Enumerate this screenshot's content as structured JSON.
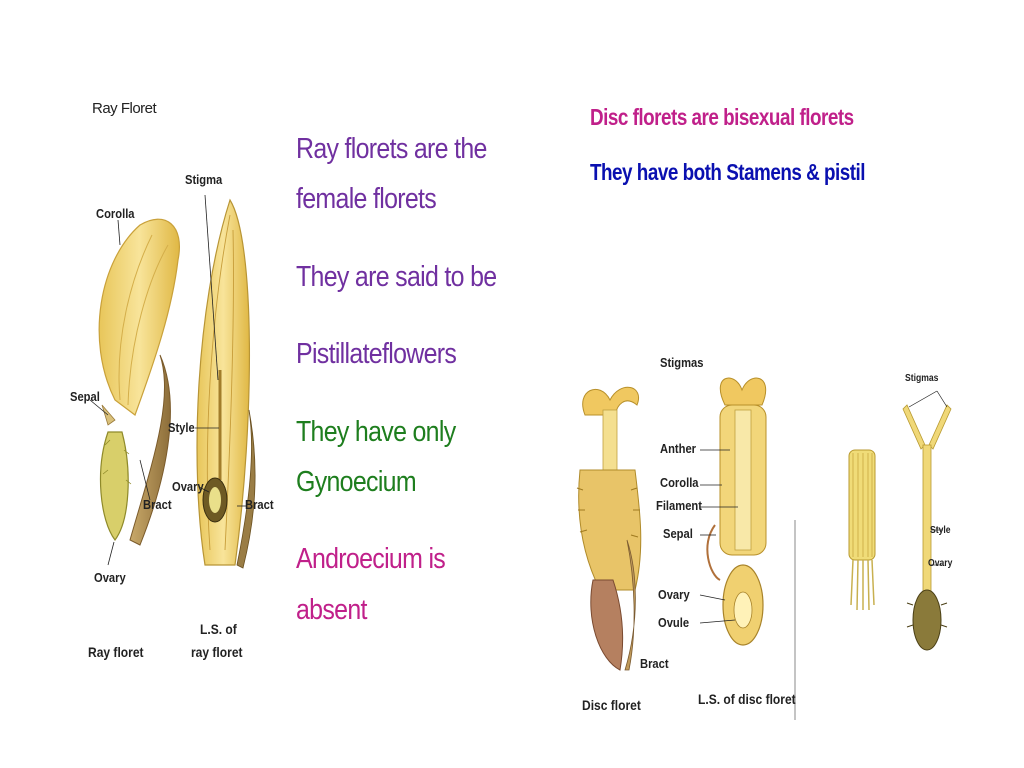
{
  "title": "Ray Floret",
  "ray_text": {
    "line1": "Ray florets are the",
    "line2": "female florets",
    "line3": "They are said to be",
    "line4": "Pistillateflowers",
    "line5": "They have only",
    "line6": "Gynoecium",
    "line7": "Androecium is",
    "line8": "absent"
  },
  "disc_text": {
    "line1": "Disc florets are bisexual  florets",
    "line2": "They have both Stamens & pistil"
  },
  "colors": {
    "purple": "#7030a0",
    "green": "#1e7e1e",
    "magenta": "#c0208a",
    "blue": "#0a10b0"
  },
  "ray_figure": {
    "labels": {
      "corolla": "Corolla",
      "sepal": "Sepal",
      "bract_left": "Bract",
      "ovary_left": "Ovary",
      "stigma": "Stigma",
      "style": "Style",
      "ovary_right": "Ovary",
      "bract_right": "Bract"
    },
    "captions": {
      "ray_floret": "Ray floret",
      "ls_line1": "L.S. of",
      "ls_line2": "ray floret"
    }
  },
  "disc_figure": {
    "labels": {
      "stigmas": "Stigmas",
      "anther": "Anther",
      "corolla": "Corolla",
      "filament": "Filament",
      "sepal": "Sepal",
      "ovary": "Ovary",
      "ovule": "Ovule",
      "bract": "Bract"
    },
    "captions": {
      "disc_floret": "Disc floret",
      "ls_disc": "L.S. of disc floret"
    }
  },
  "pistil_figure": {
    "labels": {
      "stigmas": "Stigmas",
      "style": "Style",
      "ovary": "Ovary"
    }
  }
}
